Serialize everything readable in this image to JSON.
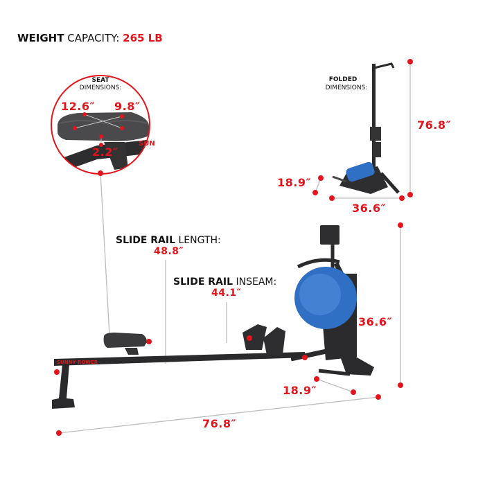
{
  "header": {
    "weight_bold": "WEIGHT",
    "weight_rest": "CAPACITY:",
    "weight_value": "265 LB"
  },
  "seat": {
    "title": "SEAT",
    "subtitle": "DIMENSIONS:",
    "length": "12.6″",
    "width": "9.8″",
    "height": "2.2″",
    "brand_fragment": "SUN"
  },
  "folded": {
    "title": "FOLDED",
    "subtitle": "DIMENSIONS:",
    "height": "76.8″",
    "width": "18.9″",
    "length": "36.6″"
  },
  "main": {
    "slide_length_bold": "SLIDE RAIL",
    "slide_length_rest": "LENGTH:",
    "slide_length_value": "48.8″",
    "slide_inseam_bold": "SLIDE RAIL",
    "slide_inseam_rest": "INSEAM:",
    "slide_inseam_value": "44.1″",
    "height": "36.6″",
    "width": "18.9″",
    "length": "76.8″",
    "brand_a": "SUNNY",
    "brand_b": "ROWER"
  },
  "colors": {
    "accent": "#e4141c",
    "frame": "#2a2a2c",
    "tank": "#2f6fc4",
    "guide_line": "#bdbdbd"
  }
}
